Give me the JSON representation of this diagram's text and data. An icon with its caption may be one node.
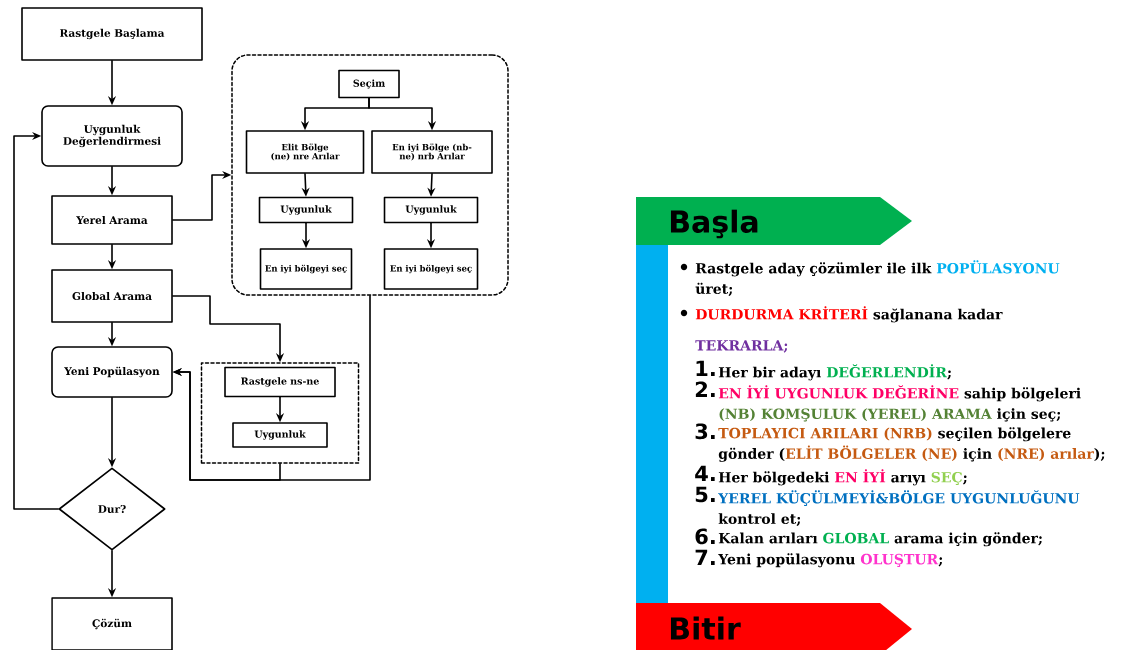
{
  "diagram": {
    "nodes": [
      {
        "text": [
          "Rastgele Başlama"
        ]
      },
      {
        "text": [
          "Uygunluk Değerlendirmesi"
        ]
      },
      {
        "text": [
          "Yerel Arama"
        ]
      },
      {
        "text": [
          "Global Arama"
        ]
      },
      {
        "text": [
          "Yeni Popülasyon"
        ]
      },
      {
        "text": [
          "Dur?"
        ]
      },
      {
        "text": [
          "Çözüm"
        ]
      },
      {
        "text": [],
        "shape": "box"
      },
      {
        "text": [
          "Seçim"
        ],
        "in": 7
      },
      {
        "text": [
          "Elit Bölge (ne) nre Arılar"
        ],
        "in": 7
      },
      {
        "text": [
          "En iyi Bölge (nb-ne) nrb Arılar"
        ],
        "in": 7
      },
      {
        "text": [
          "Uygunluk"
        ],
        "in": 7
      },
      {
        "text": [
          "Uygunluk"
        ],
        "in": 7
      },
      {
        "text": [
          "En iyi bölgeyi seç"
        ],
        "in": 7
      },
      {
        "text": [
          "En iyi bölgeyi seç"
        ],
        "in": 7
      },
      {
        "text": [],
        "shape": "box"
      },
      {
        "text": [
          "Rastgele ns-ne"
        ],
        "in": 15
      },
      {
        "text": [
          "Uygunluk"
        ],
        "in": 15
      },
      {
        "text": [
          "Başla"
        ]
      },
      {
        "text": [
          "Bitir"
        ]
      }
    ],
    "edges": [
      {
        "from": 0,
        "to": 1,
        "arrow": "to"
      },
      {
        "from": 1,
        "to": 2,
        "arrow": "to"
      },
      {
        "from": 2,
        "to": 3,
        "arrow": "to"
      },
      {
        "from": 3,
        "to": 4,
        "arrow": "to"
      },
      {
        "from": 4,
        "to": 5,
        "arrow": "to"
      },
      {
        "from": 5,
        "to": 6,
        "arrow": "to"
      },
      {
        "from": 5,
        "to": 1,
        "arrow": "to"
      },
      {
        "from": 2,
        "to": 7,
        "arrow": "to"
      },
      {
        "from": 8,
        "to": 9,
        "arrow": "to"
      },
      {
        "from": 8,
        "to": 10,
        "arrow": "to"
      },
      {
        "from": 9,
        "to": 11,
        "arrow": "to"
      },
      {
        "from": 10,
        "to": 12,
        "arrow": "to"
      },
      {
        "from": 11,
        "to": 13,
        "arrow": "to"
      },
      {
        "from": 12,
        "to": 14,
        "arrow": "to"
      },
      {
        "from": 3,
        "to": 15,
        "arrow": "to"
      },
      {
        "from": 16,
        "to": 17,
        "arrow": "to"
      },
      {
        "from": 7,
        "to": 4,
        "arrow": "to"
      },
      {
        "from": 15,
        "to": 4,
        "arrow": "to"
      }
    ],
    "labels": [
      "Rastgele aday çözümler ile ilk",
      "POPÜLASYONU",
      "üret;",
      "DURDURMA KRİTERİ",
      "sağlanana kadar",
      "TEKRARLA;",
      "1.",
      "Her bir adayı",
      "DEĞERLENDİR",
      ";",
      "2.",
      "EN İYİ UYGUNLUK DEĞERİNE",
      "sahip bölgeleri",
      "(NB) KOMŞULUK (YEREL) ARAMA",
      "için seç;",
      "3.",
      "TOPLAYICI ARILARI (NRB)",
      "seçilen bölgelere",
      "gönder (",
      "ELİT BÖLGELER (NE)",
      "için",
      "(NRE) arılar",
      ");",
      "4.",
      "Her bölgedeki",
      "EN İYİ",
      "arıyı",
      "SEÇ",
      ";",
      "5.",
      "YEREL KÜÇÜLMEYİ&BÖLGE UYGUNLUĞUNU",
      "kontrol et;",
      "6.",
      "Kalan arıları",
      "GLOBAL",
      "arama için gönder;",
      "7.",
      "Yeni popülasyonu",
      "OLUŞTUR",
      ";"
    ]
  }
}
